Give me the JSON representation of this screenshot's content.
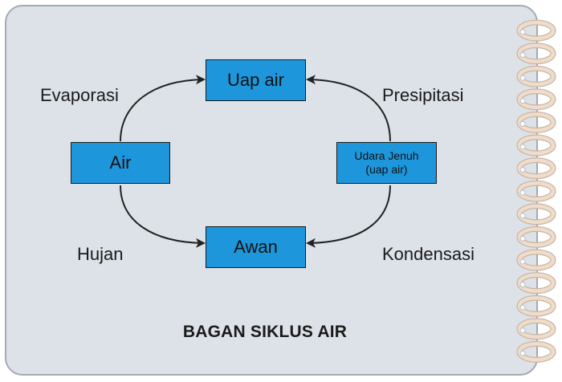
{
  "nodes": {
    "uap_air": "Uap air",
    "air": "Air",
    "udara_jenuh_line1": "Udara Jenuh",
    "udara_jenuh_line2": "(uap air)",
    "awan": "Awan"
  },
  "edges": {
    "evaporasi": "Evaporasi",
    "presipitasi": "Presipitasi",
    "hujan": "Hujan",
    "kondensasi": "Kondensasi"
  },
  "title": "BAGAN SIKLUS AIR",
  "colors": {
    "box_fill": "#1e96dc",
    "card_background": "#dde2e8",
    "arrow": "#222222",
    "spiral_ring": "#efdccb"
  }
}
